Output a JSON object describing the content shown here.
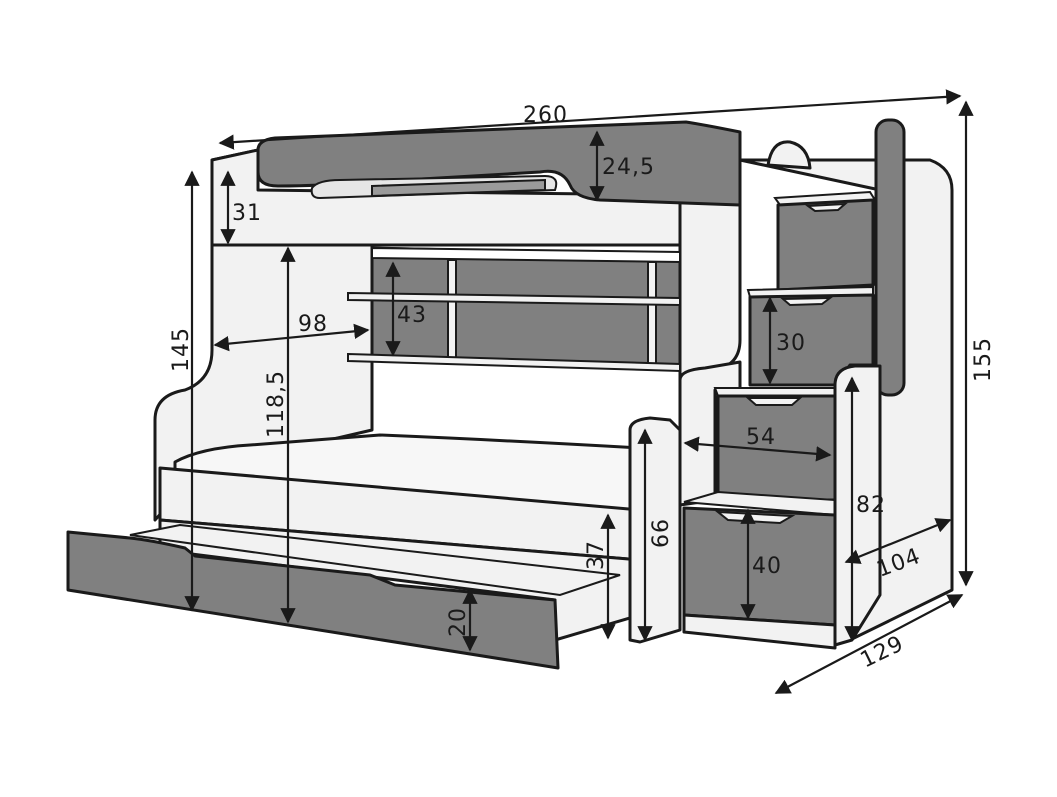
{
  "colors": {
    "board": "#f2f2f2",
    "panel": "#808080",
    "outline": "#1a1a1a",
    "mattress": "#f7f7f7"
  },
  "dimensions": {
    "total_length": "260",
    "top_rail_height": "24,5",
    "top_guard_height": "31",
    "bed_height": "145",
    "shelf_width": "98",
    "lower_clearance": "118,5",
    "shelf_height": "43",
    "step_height": "30",
    "step_depth": "54",
    "stairs_height": "82",
    "stairs_depth": "104",
    "total_height": "155",
    "lower_bed_height": "37",
    "side_panel_height": "66",
    "drawer_height": "20",
    "bottom_step_height": "40",
    "total_depth": "129"
  }
}
